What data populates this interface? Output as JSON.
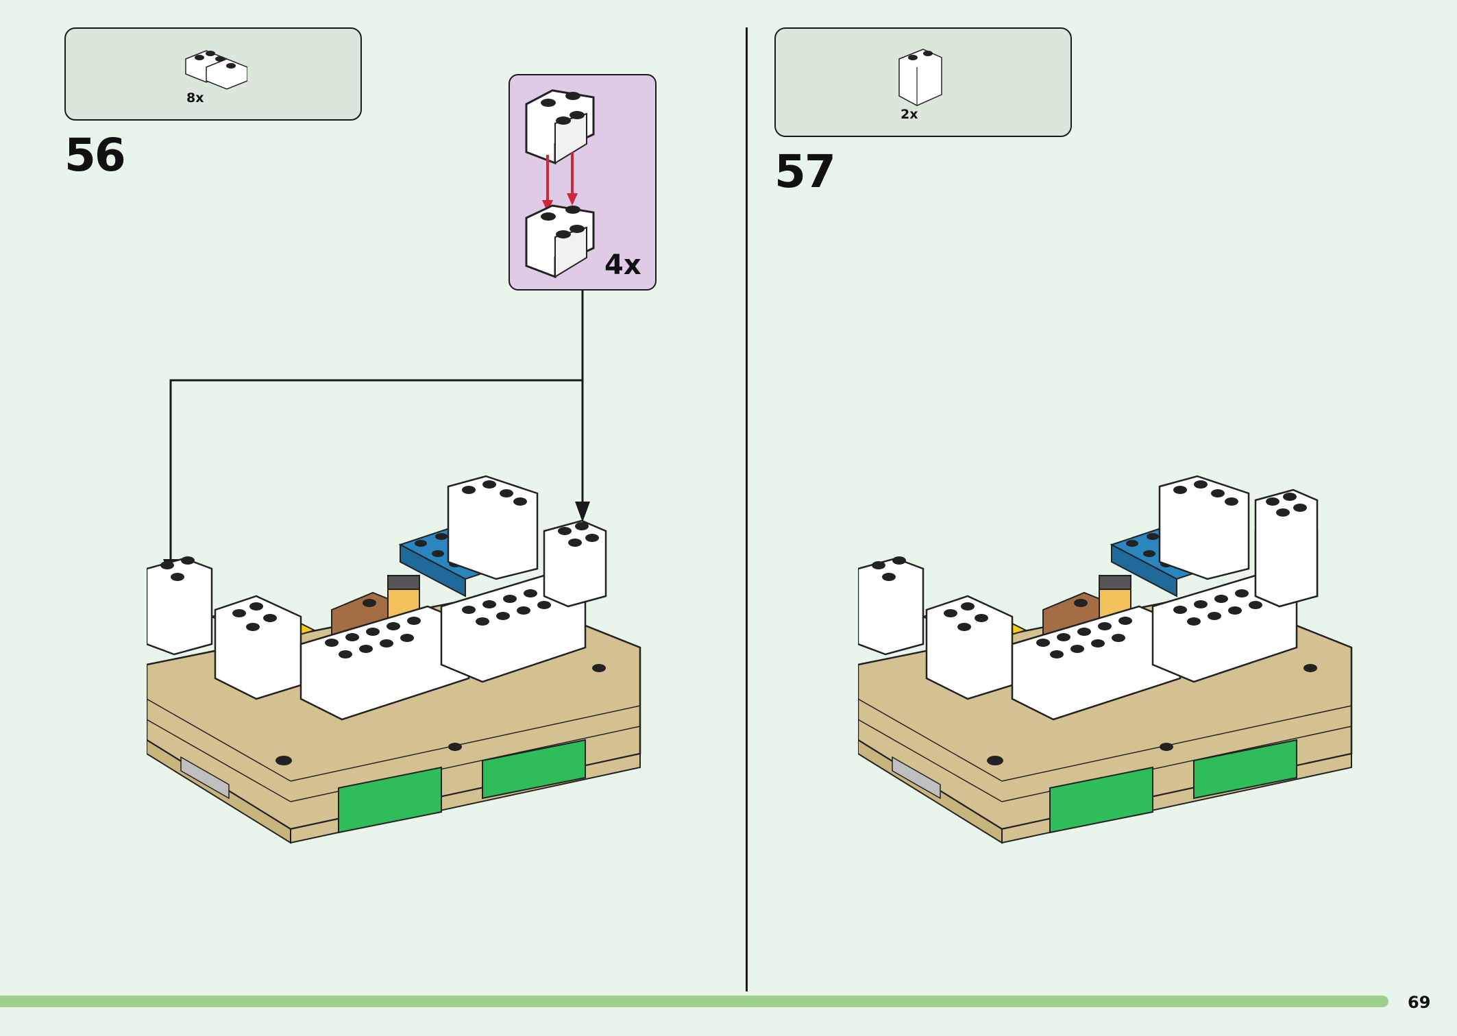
{
  "page": {
    "number": "69"
  },
  "steps": [
    {
      "number": "56",
      "parts": [
        {
          "qty": "8x",
          "part": "white-corner-brick"
        }
      ],
      "subassembly": {
        "qty": "4x"
      }
    },
    {
      "number": "57",
      "parts": [
        {
          "qty": "2x",
          "part": "white-brick-1x2-tall"
        }
      ]
    }
  ],
  "colors": {
    "background": "#e9f5ea",
    "parts_box": "#dbe7db",
    "subassembly_box": "#e0cbe6",
    "bottom_bar": "#9ecf8c",
    "arrow_red": "#d0263a",
    "tan": "#d4c191",
    "white_brick": "#ffffff",
    "blue": "#2b86c0",
    "yellow": "#f5cc1a",
    "brown": "#a46d44",
    "green": "#2fbd5c"
  }
}
